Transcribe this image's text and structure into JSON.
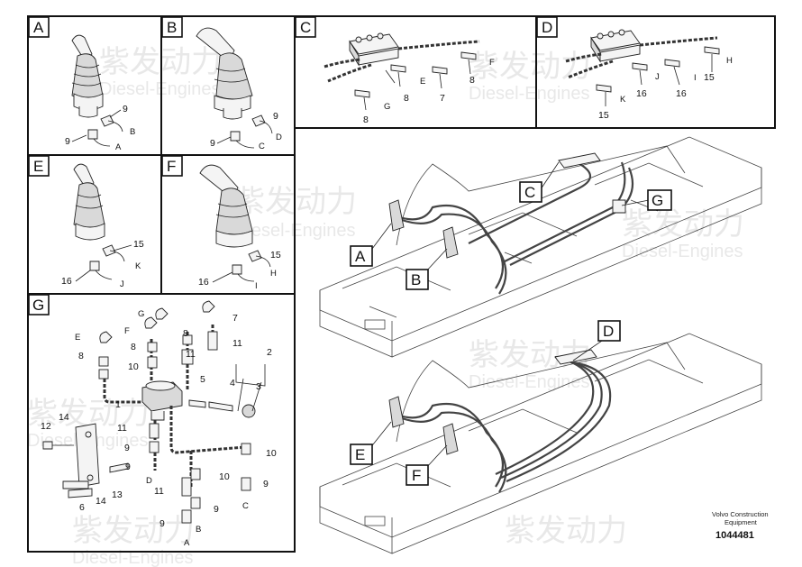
{
  "panels": {
    "A": {
      "label": "A",
      "parts": [
        "9",
        "9"
      ],
      "letters": [
        "B",
        "A"
      ]
    },
    "B": {
      "label": "B",
      "parts": [
        "9",
        "9"
      ],
      "letters": [
        "D",
        "C"
      ]
    },
    "C": {
      "label": "C",
      "parts": [
        "8",
        "7",
        "8",
        "8"
      ],
      "letters": [
        "F",
        "E",
        "G"
      ]
    },
    "D": {
      "label": "D",
      "parts": [
        "15",
        "16",
        "16",
        "15"
      ],
      "letters": [
        "H",
        "J",
        "I",
        "K"
      ]
    },
    "E": {
      "label": "E",
      "parts": [
        "15",
        "16"
      ],
      "letters": [
        "K",
        "J"
      ]
    },
    "F": {
      "label": "F",
      "parts": [
        "15",
        "16"
      ],
      "letters": [
        "H",
        "I"
      ]
    },
    "G": {
      "label": "G",
      "parts": [
        "7",
        "8",
        "8",
        "11",
        "8",
        "10",
        "11",
        "2",
        "5",
        "4",
        "3",
        "1",
        "12",
        "14",
        "11",
        "9",
        "10",
        "9",
        "10",
        "13",
        "11",
        "6",
        "14",
        "9",
        "9"
      ],
      "letters": [
        "G",
        "F",
        "E",
        "D",
        "C",
        "B",
        "A"
      ]
    }
  },
  "callouts": [
    "C",
    "G",
    "A",
    "B",
    "D",
    "E",
    "F"
  ],
  "watermark": {
    "brand": "紫发动力",
    "sub": "Diesel-Engines"
  },
  "footer": {
    "company": "Volvo Construction",
    "company2": "Equipment",
    "number": "1044481"
  }
}
